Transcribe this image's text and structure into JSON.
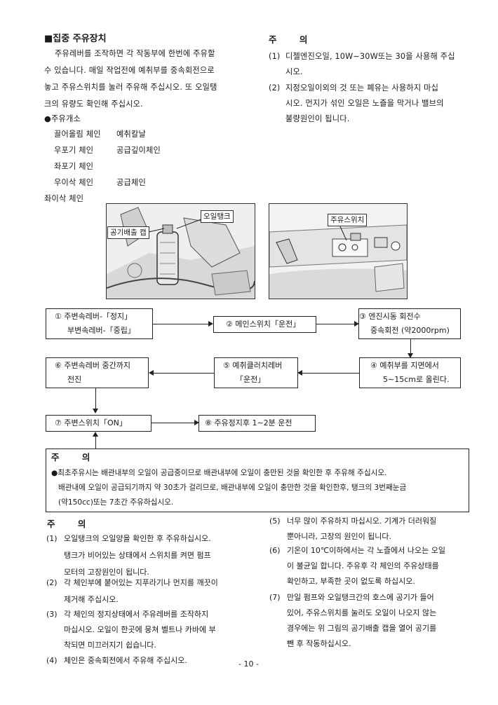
{
  "section": {
    "title": "■집중 주유장치",
    "intro": [
      "주유레버를 조작하면 각 작동부에 한번에 주유할",
      "수 있습니다. 매일 작업전에 예취부를 중속회전으로",
      "놓고 주유스위치를 눌러 주유해 주십시오. 또 오일탱",
      "크의 유량도 확인해 주십시오."
    ],
    "points_heading": "●주유개소",
    "points": [
      [
        "끌어올림 체인",
        "예취칼날"
      ],
      [
        "우포기 체인",
        "공급깊이체인"
      ],
      [
        "좌포기 체인",
        ""
      ],
      [
        "우이삭 체인",
        "공급체인"
      ],
      [
        "좌이삭 체인",
        ""
      ]
    ]
  },
  "caution_top": {
    "heading": "주 의",
    "items": [
      [
        "(1)",
        "디젤엔진오일, 10W∼30W또는 30을 사용해 주십",
        "시오."
      ],
      [
        "(2)",
        "지정오일이외의 것 또는 폐유는 사용하지 마십",
        "시오. 먼지가 섞인 오일은 노즐을 막거나 밸브의",
        "불량원인이 됩니다."
      ]
    ]
  },
  "photos": {
    "left_label_1": "오일탱크",
    "left_label_2": "공기배출 캡",
    "right_label": "주유스위치"
  },
  "flow": {
    "step1_a": "① 주변속레버-「정지」",
    "step1_b": "부변속레버-「중립」",
    "step2": "② 메인스위치「운전」",
    "step3_a": "③ 엔진시동 회전수",
    "step3_b": "중속회전 (약2000rpm)",
    "step4_a": "④ 예취부를 지면에서",
    "step4_b": "5∼15cm로 올린다.",
    "step5_a": "⑤ 예취클러치레버",
    "step5_b": "「운전」",
    "step6_a": "⑥ 주변속레버 중간까지",
    "step6_b": "전진",
    "step7": "⑦ 주변스위치「ON」",
    "step8": "⑧ 주유정지후 1∼2분 운전"
  },
  "caution_box": {
    "heading": "주 의",
    "lines": [
      "●최초주유시는 배관내부의 오일이 공급중이므로 배관내부에 오일이 충만된 것을 확인한 후 주유해 주십시오.",
      "배관내에 오일이 공급되기까지 약 30초가 걸리므로, 배관내부에 오일이 충만한 것을 확인한후, 탱크의 3번째눈금",
      "(약150cc)또는 7초간 주유하십시오."
    ]
  },
  "caution_bottom": {
    "heading": "주 의",
    "left_items": [
      [
        "(1)",
        "오일탱크의 오일양을 확인한 후 주유하십시오.",
        "탱크가 비어있는 상태에서 스위치를 켜면 펌프",
        "모터의 고장원인이 됩니다."
      ],
      [
        "(2)",
        "각 체인부에 붙어있는 지푸라기나 먼지를 깨끗이",
        "제거해 주십시오."
      ],
      [
        "(3)",
        "각 체인의 정지상태에서 주유레버를 조작하지",
        "마십시오. 오일이 한곳에 뭉쳐 벨트나 카바에 부",
        "착되면 미끄러지기 쉽습니다."
      ],
      [
        "(4)",
        "체인은 중속회전에서 주유해 주십시오."
      ]
    ],
    "right_items": [
      [
        "(5)",
        "너무 많이 주유하지 마십시오. 기계가 더러워질",
        "뿐아니라, 고장의 원인이 됩니다."
      ],
      [
        "(6)",
        "기온이 10℃이하에서는 각 노즐에서 나오는 오일",
        "이 불균일 합니다. 주유후 각 체인의 주유상태를",
        "확인하고, 부족한 곳이 없도록 하십시오."
      ],
      [
        "(7)",
        "만일 펌프와 오일탱크간의 호스에 공기가 들어",
        "있어, 주유스위치를 눌러도 오일이 나오지 않는",
        "경우에는 위 그림의 공기배출 캡을 열어 공기를",
        "뺀 후 작동하십시오."
      ]
    ]
  },
  "page_number": "- 10 -"
}
